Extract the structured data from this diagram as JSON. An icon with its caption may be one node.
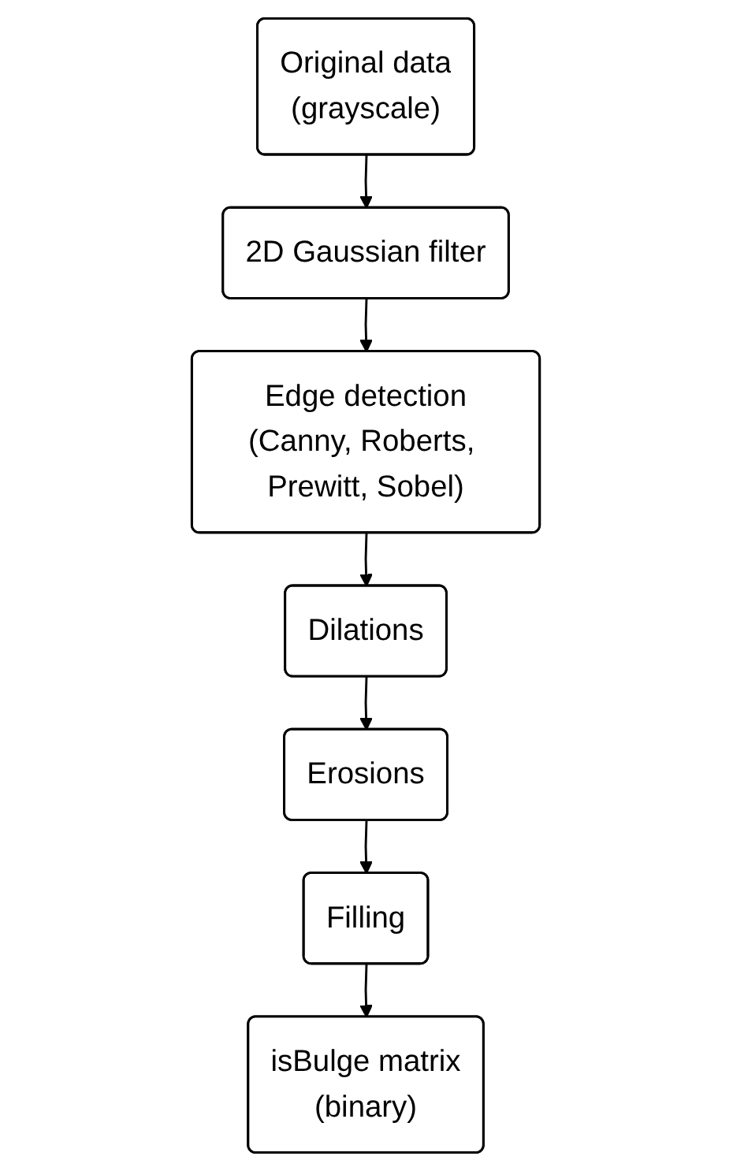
{
  "diagram": {
    "nodes": [
      {
        "text": [
          "Original data (grayscale)"
        ]
      },
      {
        "text": [
          "2D Gaussian filter"
        ]
      },
      {
        "text": [
          "Edge detection (Canny, Roberts, Prewitt, Sobel)"
        ]
      },
      {
        "text": [
          "Dilations"
        ]
      },
      {
        "text": [
          "Erosions"
        ]
      },
      {
        "text": [
          "Filling"
        ]
      },
      {
        "text": [
          "isBulge matrix (binary)"
        ]
      }
    ],
    "edges": [
      {
        "from": 0,
        "to": 1,
        "arrow": "to"
      },
      {
        "from": 1,
        "to": 2,
        "arrow": "to"
      },
      {
        "from": 2,
        "to": 3,
        "arrow": "to"
      },
      {
        "from": 3,
        "to": 4,
        "arrow": "to"
      },
      {
        "from": 4,
        "to": 5,
        "arrow": "to"
      },
      {
        "from": 5,
        "to": 6,
        "arrow": "to"
      }
    ]
  }
}
